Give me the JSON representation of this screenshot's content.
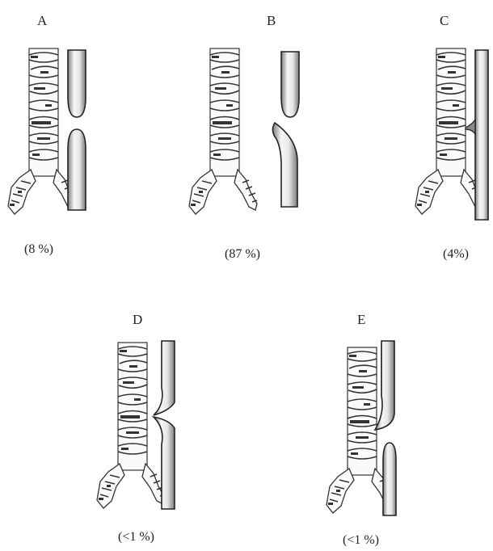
{
  "figure": {
    "panels": [
      {
        "id": "A",
        "letter": "A",
        "percentage": "(8 %)",
        "type": "Proximal atresia with distal tracheoesophageal fistula absent - both pouches blind"
      },
      {
        "id": "B",
        "letter": "B",
        "percentage": "(87 %)",
        "type": "distal-fistula"
      },
      {
        "id": "C",
        "letter": "C",
        "percentage": "(4%)",
        "type": "h-type-fistula"
      },
      {
        "id": "D",
        "letter": "D",
        "percentage": "(<1 %)",
        "type": "double-fistula"
      },
      {
        "id": "E",
        "letter": "E",
        "percentage": "(<1 %)",
        "type": "proximal-fistula"
      }
    ]
  },
  "colors": {
    "ink": "#222222",
    "tube_light": "#f4f4f4",
    "tube_dark": "#8a8a8a"
  }
}
